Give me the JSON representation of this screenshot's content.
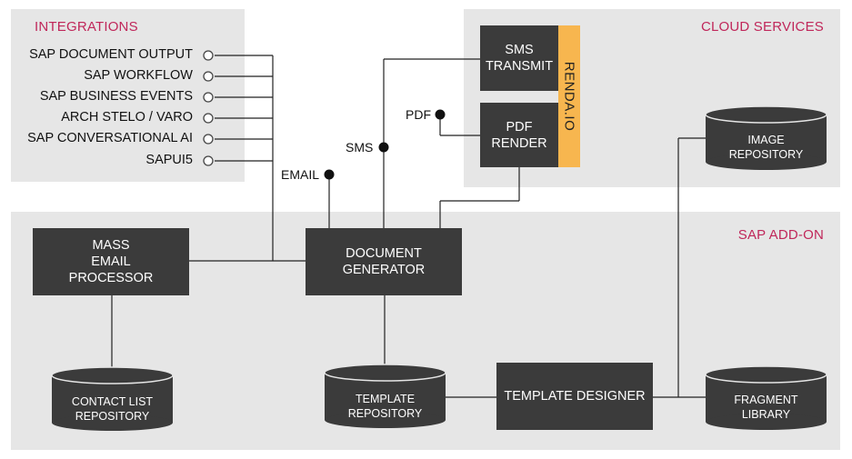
{
  "panels": {
    "integrations": "INTEGRATIONS",
    "cloud_services": "CLOUD SERVICES",
    "sap_addon": "SAP ADD-ON"
  },
  "integrations": [
    "SAP DOCUMENT OUTPUT",
    "SAP WORKFLOW",
    "SAP BUSINESS EVENTS",
    "ARCH STELO / VARO",
    "SAP CONVERSATIONAL AI",
    "SAPUI5"
  ],
  "boxes": {
    "sms_transmit": [
      "SMS",
      "TRANSMIT"
    ],
    "pdf_render": [
      "PDF",
      "RENDER"
    ],
    "renda": "RENDA.IO",
    "mass_email": [
      "MASS",
      "EMAIL",
      "PROCESSOR"
    ],
    "document_generator": [
      "DOCUMENT",
      "GENERATOR"
    ],
    "template_designer": "TEMPLATE DESIGNER"
  },
  "repositories": {
    "image": [
      "IMAGE",
      "REPOSITORY"
    ],
    "contact_list": [
      "CONTACT LIST",
      "REPOSITORY"
    ],
    "template": [
      "TEMPLATE",
      "REPOSITORY"
    ],
    "fragment": [
      "FRAGMENT",
      "LIBRARY"
    ]
  },
  "connectors": {
    "email": "EMAIL",
    "sms": "SMS",
    "pdf": "PDF"
  },
  "colors": {
    "panel": "#e6e6e6",
    "box": "#3b3b3b",
    "accent_title": "#c0275a",
    "renda": "#f7b64f"
  }
}
